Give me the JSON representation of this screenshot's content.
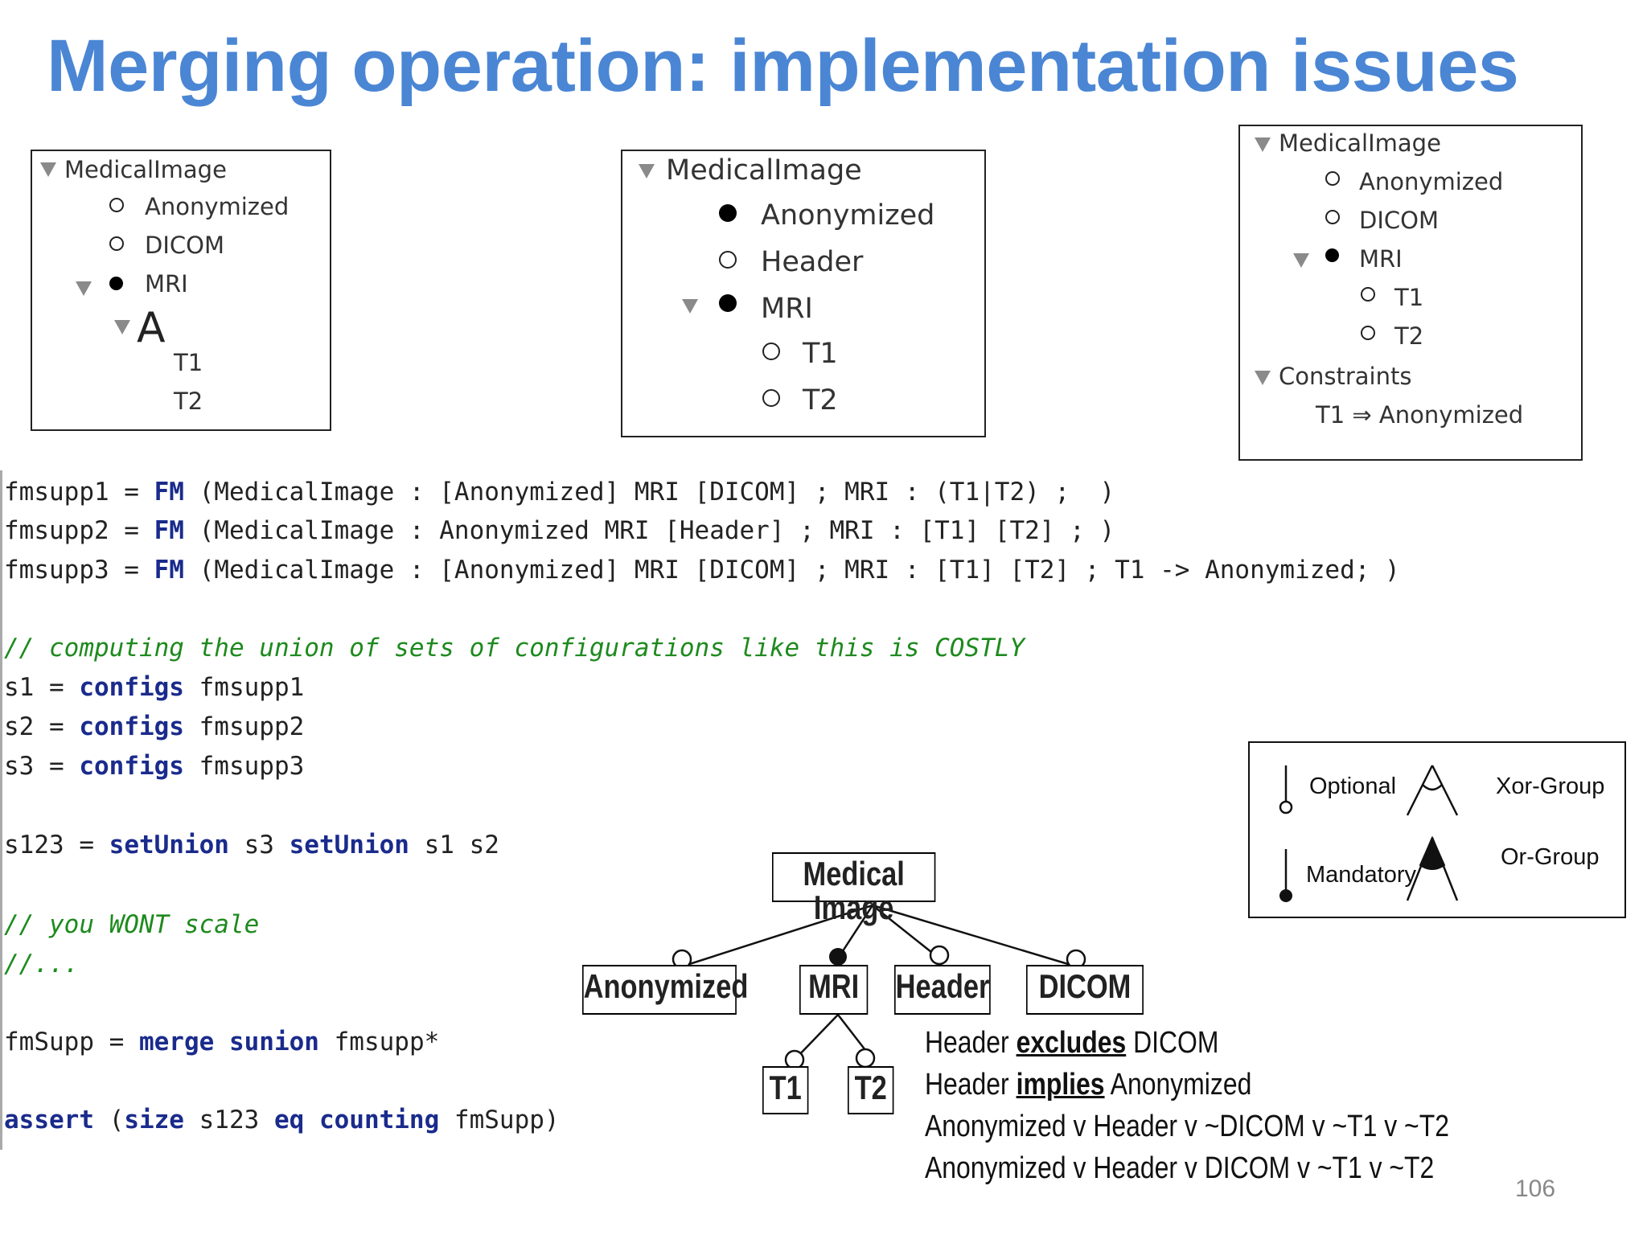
{
  "slide": {
    "title": "Merging operation:  implementation issues",
    "page_number": "106"
  },
  "trees": {
    "left": {
      "root": "MedicalImage",
      "children": [
        "Anonymized",
        "DICOM",
        "MRI"
      ],
      "group_glyph": "A",
      "grandchildren": [
        "T1",
        "T2"
      ]
    },
    "middle": {
      "root": "MedicalImage",
      "children": [
        "Anonymized",
        "Header",
        "MRI"
      ],
      "grandchildren": [
        "T1",
        "T2"
      ]
    },
    "right": {
      "root": "MedicalImage",
      "children": [
        "Anonymized",
        "DICOM",
        "MRI"
      ],
      "grandchildren": [
        "T1",
        "T2"
      ],
      "constraints_label": "Constraints",
      "constraint": "T1 ⇒ Anonymized"
    }
  },
  "code": {
    "l1": {
      "pre": "fmsupp1 = ",
      "kw": "FM",
      "post": " (MedicalImage : [Anonymized] MRI [DICOM] ; MRI : (T1|T2) ;  )"
    },
    "l2": {
      "pre": "fmsupp2 = ",
      "kw": "FM",
      "post": " (MedicalImage : Anonymized MRI [Header] ; MRI : [T1] [T2] ; )"
    },
    "l3": {
      "pre": "fmsupp3 = ",
      "kw": "FM",
      "post": " (MedicalImage : [Anonymized] MRI [DICOM] ; MRI : [T1] [T2] ; T1 -> Anonymized; )"
    },
    "c1": "// computing the union of sets of configurations like this is COSTLY",
    "s1": {
      "pre": "s1 = ",
      "kw": "configs",
      "post": " fmsupp1"
    },
    "s2": {
      "pre": "s2 = ",
      "kw": "configs",
      "post": " fmsupp2"
    },
    "s3": {
      "pre": "s3 = ",
      "kw": "configs",
      "post": " fmsupp3"
    },
    "s123": {
      "pre": "s123 = ",
      "kw1": "setUnion",
      "mid": " s3 ",
      "kw2": "setUnion",
      "post": " s1 s2"
    },
    "c2": "// you WONT scale",
    "c3": "//...",
    "fm": {
      "pre": "fmSupp = ",
      "kw1": "merge",
      "mid": " ",
      "kw2": "sunion",
      "post": " fmsupp*"
    },
    "assert": {
      "kw1": "assert",
      "mid1": " (",
      "kw2": "size",
      "mid2": " s123 ",
      "kw3": "eq",
      "mid3": " ",
      "kw4": "counting",
      "post": " fmSupp)"
    }
  },
  "legend": {
    "optional": "Optional",
    "xor_group": "Xor-Group",
    "mandatory": "Mandatory",
    "or_group": "Or-Group"
  },
  "feature_model": {
    "root": "Medical Image",
    "anonymized": "Anonymized",
    "mri": "MRI",
    "header": "Header",
    "dicom": "DICOM",
    "t1": "T1",
    "t2": "T2"
  },
  "constraints": {
    "c1": {
      "pre": "Header ",
      "kw": "excludes",
      "post": " DICOM"
    },
    "c2": {
      "pre": "Header ",
      "kw": "implies",
      "post": " Anonymized"
    },
    "c3": "Anonymized v Header v ~DICOM v ~T1 v ~T2",
    "c4": "Anonymized v Header v DICOM v ~T1 v ~T2"
  }
}
